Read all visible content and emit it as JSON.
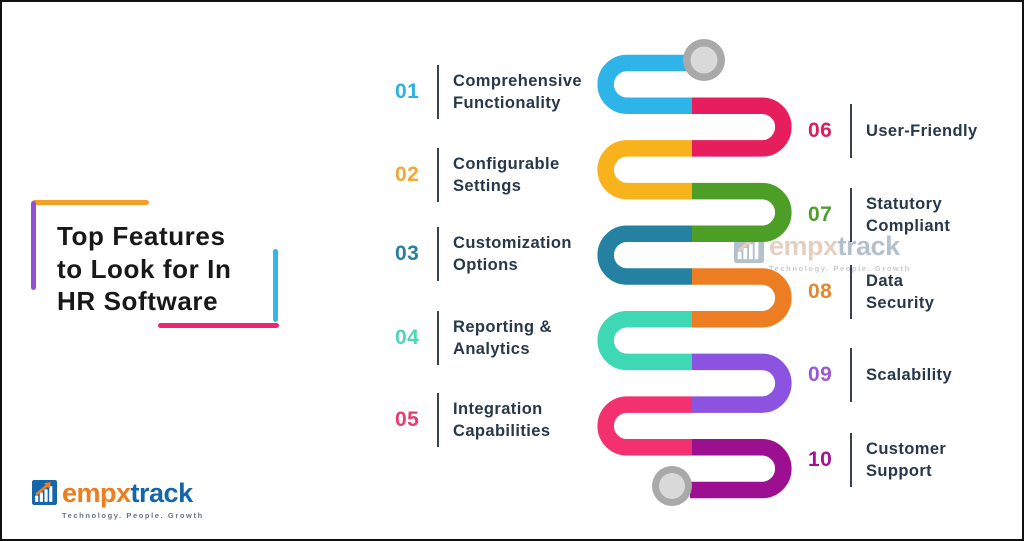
{
  "title": {
    "text": "Top Features\nto Look for In\nHR Software",
    "accent_colors": {
      "top": "#f2a126",
      "left": "#9450d8",
      "right": "#35b6e8",
      "bottom": "#f0246f"
    }
  },
  "features_left": [
    {
      "num": "01",
      "label": "Comprehensive\nFunctionality",
      "color": "#2eb0e4"
    },
    {
      "num": "02",
      "label": "Configurable\nSettings",
      "color": "#f0a837"
    },
    {
      "num": "03",
      "label": "Customization\nOptions",
      "color": "#2a7f9e"
    },
    {
      "num": "04",
      "label": "Reporting &\nAnalytics",
      "color": "#4fd7b5"
    },
    {
      "num": "05",
      "label": "Integration\nCapabilities",
      "color": "#e73c70"
    }
  ],
  "features_right": [
    {
      "num": "06",
      "label": "User-Friendly",
      "color": "#d81e5f"
    },
    {
      "num": "07",
      "label": "Statutory\nCompliant",
      "color": "#4d9e2e"
    },
    {
      "num": "08",
      "label": "Data\nSecurity",
      "color": "#e2862f"
    },
    {
      "num": "09",
      "label": "Scalability",
      "color": "#9a5ad8"
    },
    {
      "num": "10",
      "label": "Customer\nSupport",
      "color": "#a3138f"
    }
  ],
  "snake": {
    "segments": [
      {
        "name": "cyan",
        "color": "#2fb4e9"
      },
      {
        "name": "crimson",
        "color": "#e61e5e"
      },
      {
        "name": "yellow",
        "color": "#f8b31c"
      },
      {
        "name": "green",
        "color": "#4d9e27"
      },
      {
        "name": "teal",
        "color": "#2481a2"
      },
      {
        "name": "orange",
        "color": "#ed7d22"
      },
      {
        "name": "mint",
        "color": "#3fd8b4"
      },
      {
        "name": "purple",
        "color": "#8c52e0"
      },
      {
        "name": "pink",
        "color": "#f3316e"
      },
      {
        "name": "magenta",
        "color": "#9c0f90"
      }
    ],
    "node_ring_color": "#a9a9a9",
    "node_inner_color": "#d9d9d9"
  },
  "logo": {
    "word_part1": "empx",
    "word_part2": "track",
    "tagline": "Technology.  People.  Growth",
    "part1_color": "#ee7d1c",
    "part2_color": "#1565ab",
    "icon_bg": "#1565ab",
    "icon_arrow": "#ee7d1c"
  }
}
